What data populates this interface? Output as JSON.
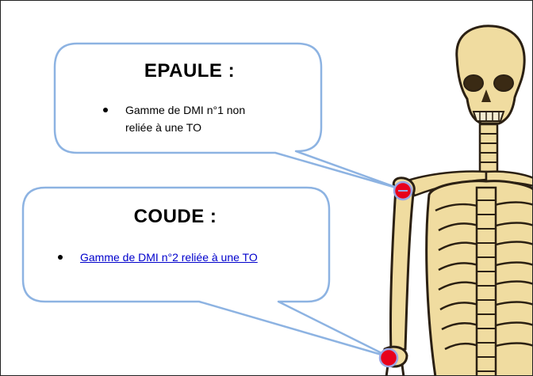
{
  "callouts": {
    "epaule": {
      "title": "EPAULE :",
      "item": "Gamme de DMI n°1 non reliée à une TO",
      "item_line1": "Gamme de DMI n°1 non",
      "item_line2": "reliée à une TO"
    },
    "coude": {
      "title": "COUDE :",
      "link": "Gamme de DMI n°2 reliée à une TO"
    }
  },
  "colors": {
    "callout_border": "#8db3e2",
    "marker": "#e8001c",
    "marker_ring": "#9aa7e6",
    "link": "#0000cc",
    "bone": "#f0dca0",
    "bone_outline": "#2b2013"
  }
}
